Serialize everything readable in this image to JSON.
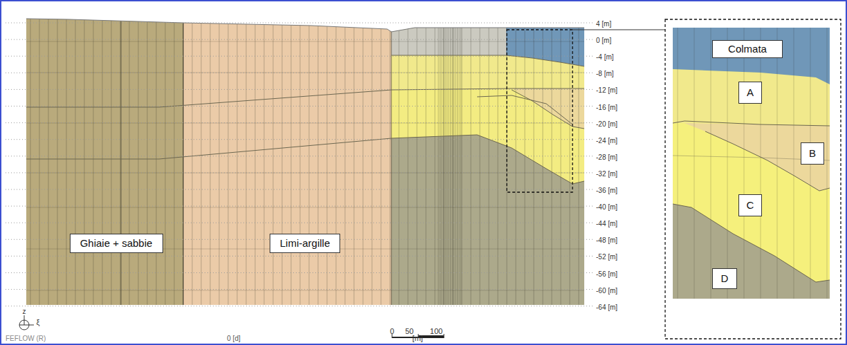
{
  "diagram": {
    "nodes": [
      {
        "text": [
          "Ghiaie + sabbie"
        ]
      },
      {
        "text": [
          "Limi-argille"
        ]
      },
      {
        "text": [
          "Colmata"
        ]
      },
      {
        "text": [
          "A"
        ]
      },
      {
        "text": [
          "B"
        ]
      },
      {
        "text": [
          "C"
        ]
      },
      {
        "text": [
          "D"
        ]
      }
    ],
    "labels": [
      "4 [m]",
      "0 [m]",
      "-4 [m]",
      "-8 [m]",
      "-12 [m]",
      "-16 [m]",
      "-20 [m]",
      "-24 [m]",
      "-28 [m]",
      "-32 [m]",
      "-36 [m]",
      "-40 [m]",
      "-44 [m]",
      "-48 [m]",
      "-52 [m]",
      "-56 [m]",
      "-60 [m]",
      "-64 [m]",
      "0",
      "50",
      "100",
      "[m]",
      "0 [d]",
      "FEFLOW (R)",
      "z",
      "ξ"
    ]
  }
}
